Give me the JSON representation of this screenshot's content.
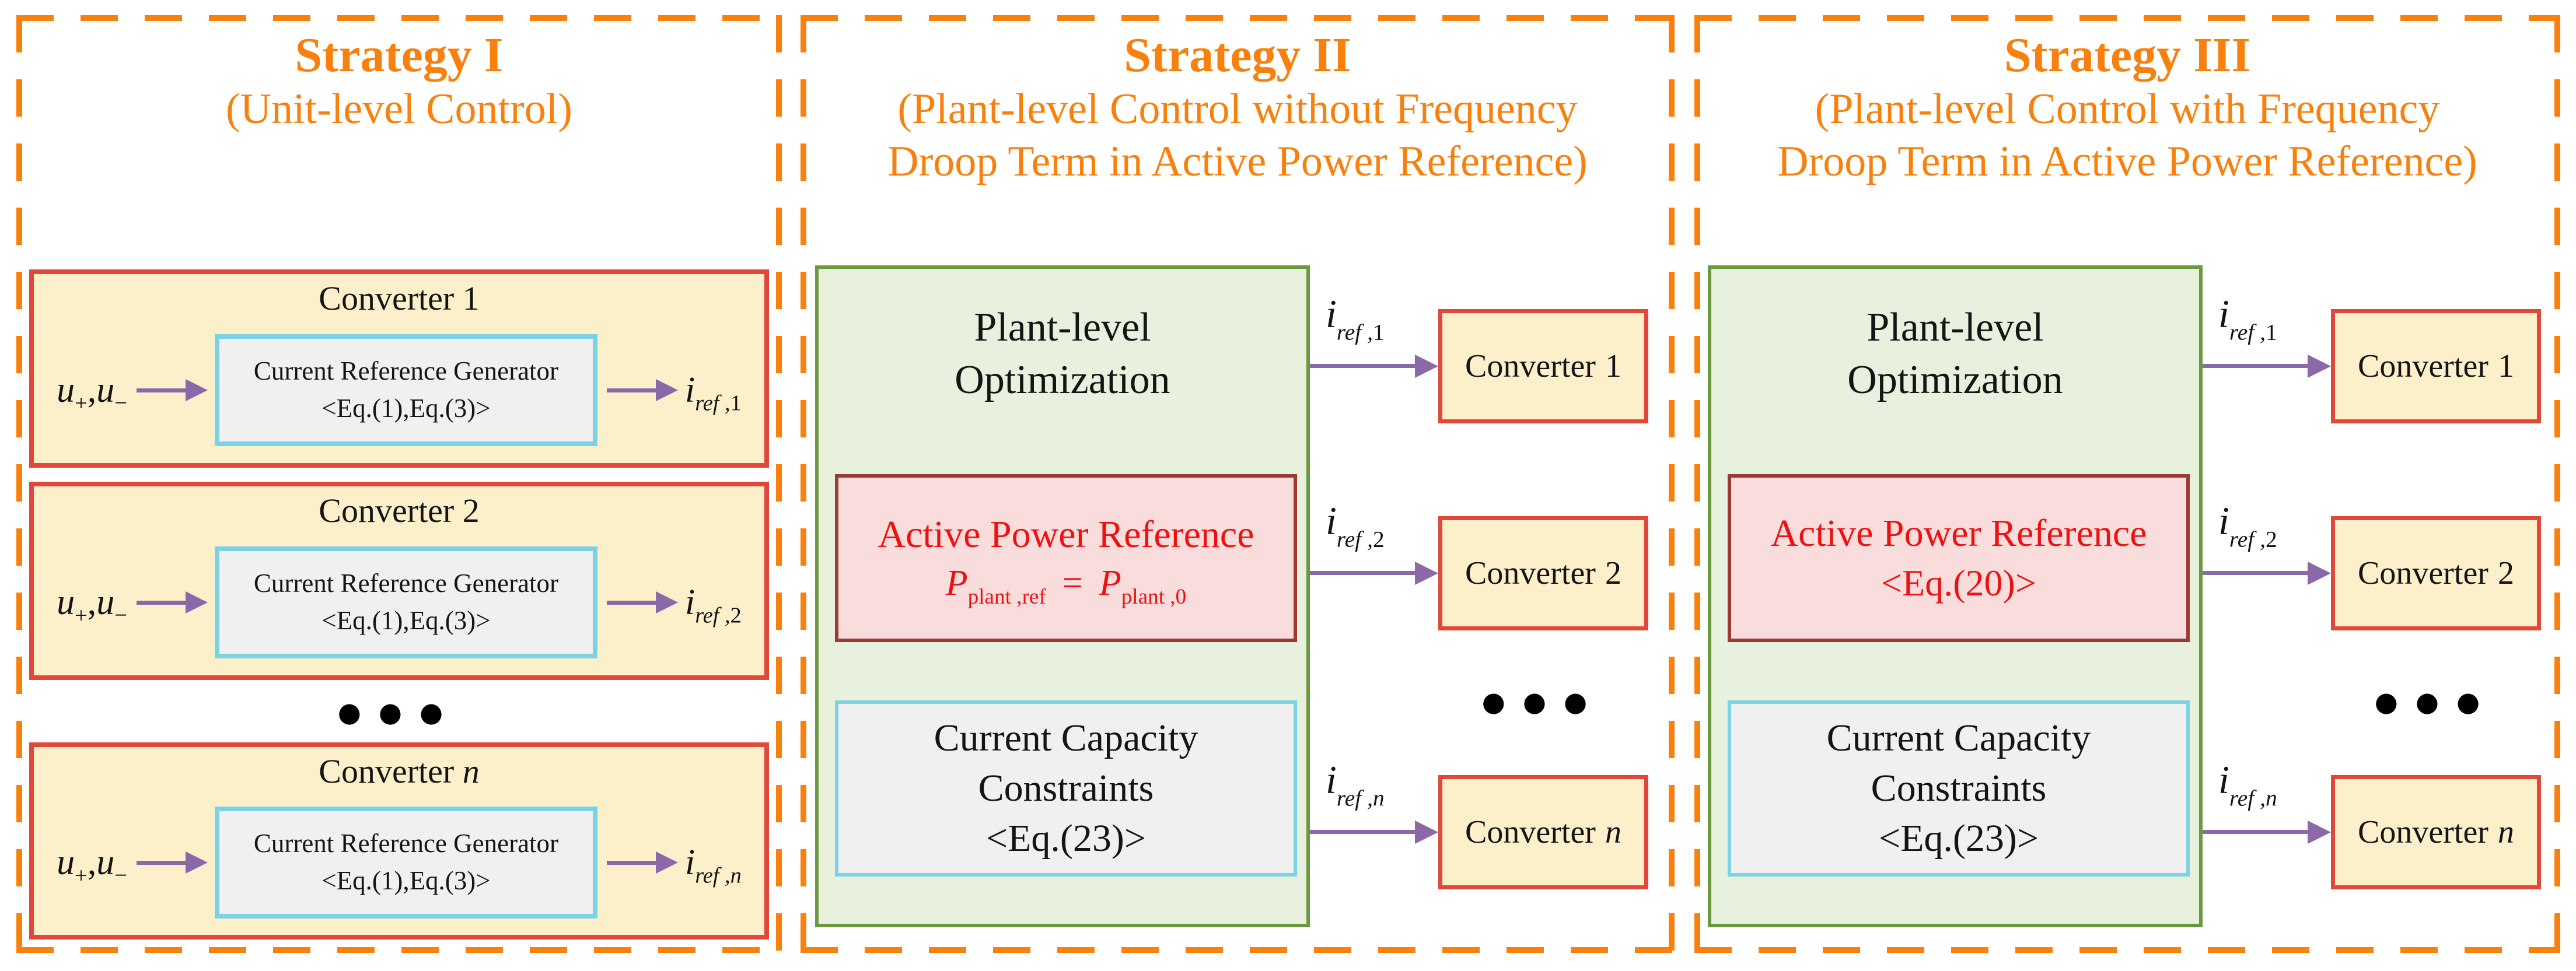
{
  "colors": {
    "orange_accent": "#F8810E",
    "yellow_box_fill": "#FCF0CB",
    "red_box_border": "#E2483A",
    "cyan_border": "#7BD2E4",
    "gray_fill": "#F0F0F0",
    "green_fill": "#E8F0DE",
    "green_border": "#6B9A3E",
    "pink_fill": "#F9DDDC",
    "dark_red_border": "#9C3B31",
    "red_text": "#EE1111",
    "purple_arrow": "#8B69A9"
  },
  "symbols": {
    "u": "u",
    "i": "i",
    "P": "P",
    "plus": "+",
    "minus": "−",
    "comma": ",",
    "equals": "="
  },
  "panels": [
    {
      "title": "Strategy I",
      "subtitle_lines": [
        "(Unit-level Control)"
      ],
      "conv_prefix": "Converter",
      "dots": "●●●",
      "converters": [
        {
          "index": "1",
          "index_style": "roman",
          "crg_line1": "Current Reference Generator",
          "crg_line2": "<Eq.(1),Eq.(3)>",
          "sub_prefix": "ref ,"
        },
        {
          "index": "2",
          "index_style": "roman",
          "crg_line1": "Current Reference Generator",
          "crg_line2": "<Eq.(1),Eq.(3)>",
          "sub_prefix": "ref ,"
        },
        {
          "index": "n",
          "index_style": "italic",
          "crg_line1": "Current Reference Generator",
          "crg_line2": "<Eq.(1),Eq.(3)>",
          "sub_prefix": "ref ,"
        }
      ]
    },
    {
      "title": "Strategy II",
      "subtitle_lines": [
        "(Plant-level Control without Frequency",
        "Droop Term in Active Power Reference)"
      ],
      "conv_prefix": "Converter",
      "dots": "●●●",
      "plant": {
        "title": "Plant-level Optimization",
        "apr_title": "Active Power Reference",
        "apr_sub1": "plant ,ref",
        "apr_sub2": "plant ,0",
        "ccc_title": "Current Capacity Constraints",
        "ccc_eq": "<Eq.(23)>"
      },
      "converters": [
        {
          "index": "1",
          "index_style": "roman",
          "sub_prefix": "ref ,"
        },
        {
          "index": "2",
          "index_style": "roman",
          "sub_prefix": "ref ,"
        },
        {
          "index": "n",
          "index_style": "italic",
          "sub_prefix": "ref ,"
        }
      ]
    },
    {
      "title": "Strategy III",
      "subtitle_lines": [
        "(Plant-level Control with Frequency",
        "Droop Term in Active Power Reference)"
      ],
      "conv_prefix": "Converter",
      "dots": "●●●",
      "plant": {
        "title": "Plant-level Optimization",
        "apr_title": "Active Power Reference",
        "apr_eq": "<Eq.(20)>",
        "ccc_title": "Current Capacity Constraints",
        "ccc_eq": "<Eq.(23)>"
      },
      "converters": [
        {
          "index": "1",
          "index_style": "roman",
          "sub_prefix": "ref ,"
        },
        {
          "index": "2",
          "index_style": "roman",
          "sub_prefix": "ref ,"
        },
        {
          "index": "n",
          "index_style": "italic",
          "sub_prefix": "ref ,"
        }
      ]
    }
  ]
}
